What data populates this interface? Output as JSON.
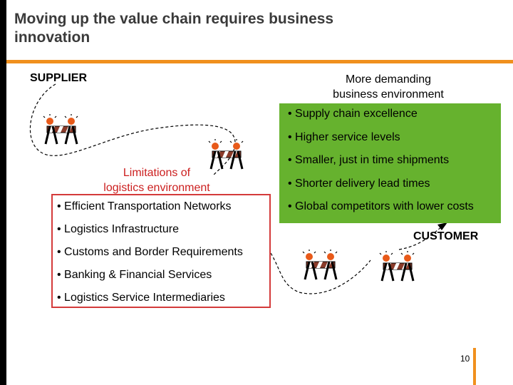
{
  "header": {
    "title": "Moving up the value chain requires business innovation"
  },
  "supplier_label": "SUPPLIER",
  "environment": {
    "line1": "More demanding",
    "line2": "business environment"
  },
  "green_items": [
    "• Supply chain excellence",
    "• Higher service levels",
    "• Smaller, just in time shipments",
    "• Shorter delivery lead times",
    "• Global competitors with lower costs"
  ],
  "limitations": {
    "line1": "Limitations of",
    "line2": "logistics environment"
  },
  "red_items": [
    "• Efficient Transportation Networks",
    "• Logistics Infrastructure",
    "• Customs and Border Requirements",
    "• Banking & Financial Services",
    "• Logistics Service Intermediaries"
  ],
  "customer_label": "CUSTOMER",
  "page_number": "10",
  "colors": {
    "accent": "#f0901e",
    "green": "#66b22e",
    "red": "#d43a3a",
    "barrier": "#8a3b2a"
  },
  "icons": [
    "roadblock-icon",
    "roadblock-icon",
    "roadblock-icon",
    "roadblock-icon"
  ]
}
